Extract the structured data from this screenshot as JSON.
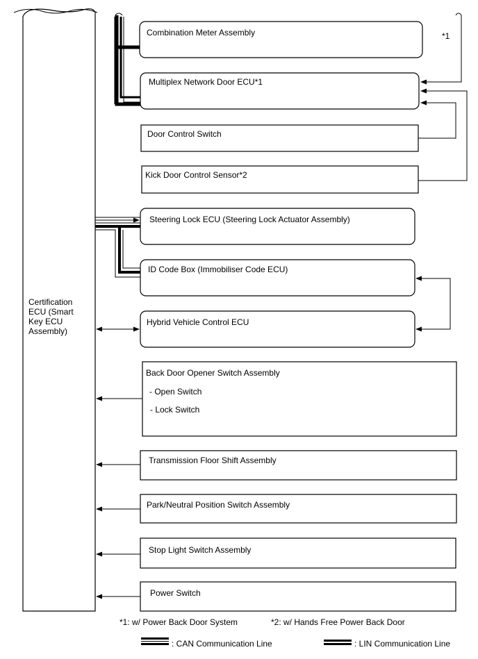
{
  "ecu_label": [
    "Certification",
    "ECU (Smart",
    "Key ECU",
    "Assembly)"
  ],
  "components": {
    "combination_meter": "Combination Meter Assembly",
    "multiplex_door": "Multiplex Network Door ECU*1",
    "door_control_switch": "Door Control Switch",
    "kick_sensor": "Kick Door Control Sensor*2",
    "steering_lock": "Steering Lock ECU (Steering Lock Actuator Assembly)",
    "id_code_box": "ID Code Box (Immobiliser Code ECU)",
    "hybrid_ecu": "Hybrid Vehicle Control ECU",
    "back_door_switch": "Back Door Opener Switch Assembly",
    "open_switch": "- Open Switch",
    "lock_switch": "- Lock Switch",
    "transmission_shift": "Transmission Floor Shift Assembly",
    "park_neutral": "Park/Neutral Position Switch Assembly",
    "stop_light": "Stop Light Switch Assembly",
    "power_switch": "Power Switch"
  },
  "annotations": {
    "star1_marker": "*1"
  },
  "footnotes": {
    "note1": "*1: w/ Power Back Door System",
    "note2": "*2: w/ Hands Free Power Back Door"
  },
  "legend": {
    "can": ": CAN Communication Line",
    "lin": ": LIN Communication Line"
  }
}
